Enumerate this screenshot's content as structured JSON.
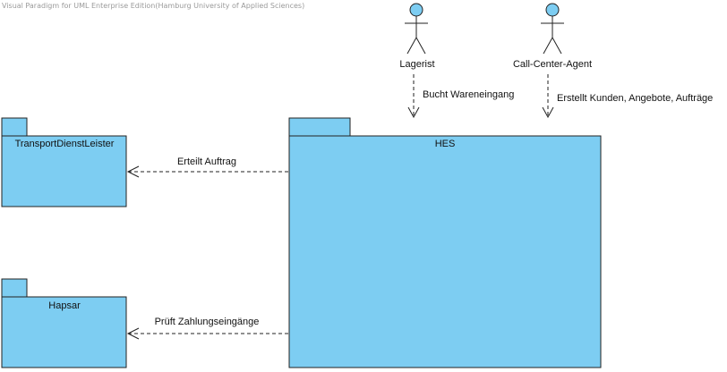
{
  "watermark": "Visual Paradigm for UML Enterprise Edition(Hamburg University of Applied Sciences)",
  "colors": {
    "package_fill": "#7dcdf2",
    "line": "#222222"
  },
  "actors": [
    {
      "id": "lagerist",
      "name": "Lagerist"
    },
    {
      "id": "call-center-agent",
      "name": "Call-Center-Agent"
    }
  ],
  "packages": [
    {
      "id": "hes",
      "name": "HES"
    },
    {
      "id": "transport",
      "name": "TransportDienstLeister"
    },
    {
      "id": "hapsar",
      "name": "Hapsar"
    }
  ],
  "dependencies": [
    {
      "from": "lagerist",
      "to": "hes",
      "label": "Bucht Wareneingang"
    },
    {
      "from": "call-center-agent",
      "to": "hes",
      "label": "Erstellt Kunden, Angebote, Aufträge"
    },
    {
      "from": "hes",
      "to": "transport",
      "label": "Erteilt Auftrag"
    },
    {
      "from": "hes",
      "to": "hapsar",
      "label": "Prüft Zahlungseingänge"
    }
  ]
}
